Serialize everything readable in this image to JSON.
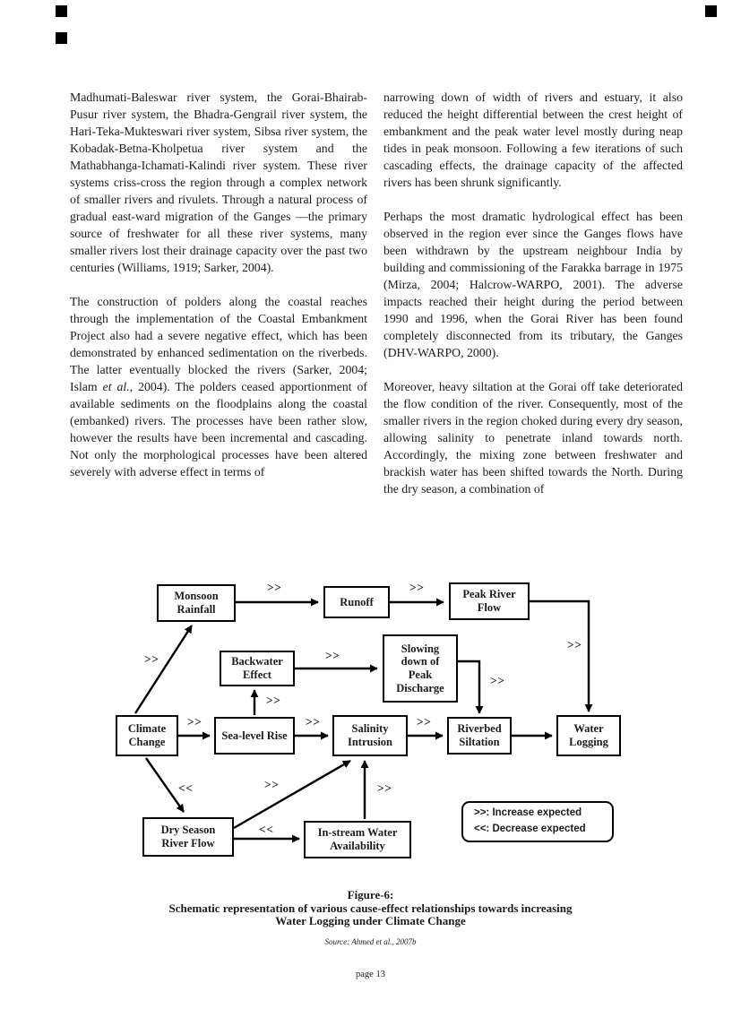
{
  "article": {
    "left": {
      "p1": "Madhumati-Baleswar river system, the Gorai-Bhairab-Pusur river system, the Bhadra-Gengrail river system, the Hari-Teka-Mukteswari river system, Sibsa river system, the Kobadak-Betna-Kholpetua river system and the Mathabhanga-Ichamati-Kalindi river system. These river systems criss-cross the region through a complex network of smaller rivers and rivulets. Through a natural process of gradual east-ward migration of the Ganges —the primary source of freshwater for all these river systems, many smaller rivers lost their drainage capacity over the past two centuries (Williams, 1919; Sarker, 2004).",
      "p2a": "The construction of polders along the coastal reaches through the implementation of the Coastal Embankment Project also had a severe negative effect, which has been demonstrated by enhanced sedimentation on the riverbeds. The latter eventually blocked the rivers (Sarker, 2004; Islam ",
      "p2b": "et al.,",
      "p2c": " 2004). The polders ceased apportionment of available sediments on the floodplains along the coastal (embanked) rivers. The processes have been rather slow, however the results have been incremental and cascading. Not only the morphological processes have been altered severely with adverse effect in terms of"
    },
    "right": {
      "p1": "narrowing down of width of rivers and estuary, it also reduced the height differential between the crest height of embankment and the peak water level mostly during neap tides in peak monsoon. Following a few iterations of such cascading effects, the drainage capacity of the affected rivers has been shrunk significantly.",
      "p2": "Perhaps the most dramatic hydrological effect has been observed in the region ever since the Ganges flows have been withdrawn by the upstream neighbour India by building and commissioning of the Farakka barrage in 1975 (Mirza, 2004; Halcrow-WARPO, 2001). The adverse impacts reached their height during the period between 1990 and 1996, when the Gorai River has been found completely disconnected from its tributary, the Ganges (DHV-WARPO, 2000).",
      "p3": "Moreover, heavy siltation at the Gorai off take deteriorated the flow condition of the river. Consequently, most of the smaller rivers in the region choked during every dry season, allowing salinity to penetrate inland towards north. Accordingly, the mixing zone between freshwater and brackish water has been shifted towards the North. During the dry season, a combination of"
    }
  },
  "figure": {
    "nodes": {
      "monsoon_rainfall": "Monsoon Rainfall",
      "runoff": "Runoff",
      "peak_river_flow": "Peak River Flow",
      "backwater_effect": "Backwater Effect",
      "slowing_peak_discharge": "Slowing down of Peak Discharge",
      "climate_change": "Climate Change",
      "sea_level_rise": "Sea-level Rise",
      "salinity_intrusion": "Salinity Intrusion",
      "riverbed_siltation": "Riverbed Siltation",
      "water_logging": "Water Logging",
      "dry_season_river_flow": "Dry Season River Flow",
      "in_stream_water_availability": "In-stream Water Availability"
    },
    "arrow_labels": {
      "increase": ">>",
      "decrease": "<<"
    },
    "legend": {
      "increase": ">>: Increase expected",
      "decrease": "<<: Decrease expected"
    },
    "caption": {
      "tag": "Figure-6:",
      "line1": "Schematic representation of various cause-effect relationships towards increasing",
      "line2": "Water Logging under Climate Change"
    },
    "source": "Source: Ahmed et al., 2007b"
  },
  "footer": {
    "page_label": "page 13"
  }
}
